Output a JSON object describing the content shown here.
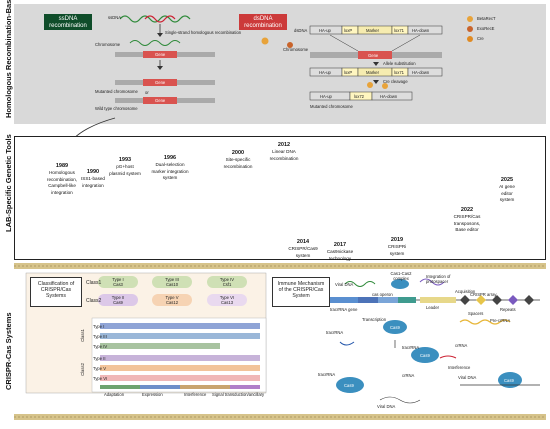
{
  "sections": {
    "top": "Homologous Recombination-Based\nStrategies",
    "middle": "LAB-Specific Genetic Tools",
    "bottom": "CRISPR-Cas Systems"
  },
  "hr": {
    "ss_tag": "ssDNA\nrecombination",
    "ds_tag": "dsDNA\nrecombination",
    "ssdna": "ssDNA",
    "ss_step": "Single-strand homologous recombination",
    "chromosome": "Chromosome",
    "gene": "Gene",
    "or": "or",
    "mutated_chromosome": "Mutanted chromosome",
    "wild_type": "Wild type chromosome",
    "dsdna": "dsDNA",
    "ha_up": "HA-up",
    "loxp": "loxP",
    "marker": "Marker",
    "lox71": "lox71",
    "ha_down": "HA-down",
    "lox72": "lox72",
    "allele": "Allele substitution",
    "cre_cleavage": "Cre cleavage",
    "mutated_chromosome_2": "Mutanted chromosome",
    "legend": [
      "BetaRecT",
      "ExoRecE",
      "Cre"
    ]
  },
  "timeline": [
    {
      "year": "1989",
      "text": "Homologous\nrecombination,\nCampbell-like\nintegration"
    },
    {
      "year": "1990",
      "text": "ISS1-based\nintegration"
    },
    {
      "year": "1993",
      "text": "pG+host\nplasmid system"
    },
    {
      "year": "1996",
      "text": "Dual-selection\nmarker integration\nsystem"
    },
    {
      "year": "2000",
      "text": "Site-specific\nrecombination"
    },
    {
      "year": "2012",
      "text": "Linear DNA\nrecombination"
    },
    {
      "year": "2014",
      "text": "CRISPR/Cas9\nsystem"
    },
    {
      "year": "2017",
      "text": "Cas9nickase\ntechnology"
    },
    {
      "year": "2019",
      "text": "CRISPRi\nsystem"
    },
    {
      "year": "2022",
      "text": "CRISPR/Cas\ntransposons,\nBase editor"
    },
    {
      "year": "2025",
      "text": "AI gene\neditor\nsystem"
    }
  ],
  "crispr": {
    "classification_title": "Classification of\nCRISPR/Cas\nSystems",
    "class1": "Class1",
    "class2": "Class2",
    "types_class1": [
      {
        "label": "Type I",
        "cas": "Cas3"
      },
      {
        "label": "Type III",
        "cas": "Cas10"
      },
      {
        "label": "Type IV",
        "cas": "Csf1"
      }
    ],
    "types_class2": [
      {
        "label": "Type II",
        "cas": "Cas9"
      },
      {
        "label": "Type V",
        "cas": "Cas12"
      },
      {
        "label": "Type VI",
        "cas": "Cas13"
      }
    ],
    "rows_class1": [
      "Type I",
      "Type III",
      "Type IV"
    ],
    "rows_class2": [
      "Type II",
      "Type V",
      "Type VI"
    ],
    "stages": [
      "Adaptation",
      "Expression",
      "Interference",
      "Signal transduction/ancillary"
    ],
    "immune_title": "Immune Mechanism\nof the CRISPR/Cas\nSystem",
    "viral_dna": "Viral DNA",
    "cas12_complex": "Cas1-Cas2\ncomplex",
    "integration": "Integration of\nprotospacer",
    "acquisition": "Acquisition",
    "cas_operon": "cas operon",
    "crispr_array": "CRISPR array",
    "leader": "Leader",
    "repeats": "Repeats",
    "spacers": "Spacers",
    "tracrrna_gene": "tracrRNA gene",
    "transcription": "Transcription",
    "pre_crrna": "Pre-crRNA",
    "cas9": "Cas9",
    "tracrrna": "tracrRNA",
    "crrna": "crRNA",
    "interference": "Interference",
    "viral_dna_2": "Viral DNA"
  },
  "colors": {
    "ss_tag": "#0f4d2a",
    "ds_tag": "#cc3a3a",
    "gene": "#d9534f",
    "marker": "#f6ecb0",
    "wave": "#3a7fc2"
  }
}
